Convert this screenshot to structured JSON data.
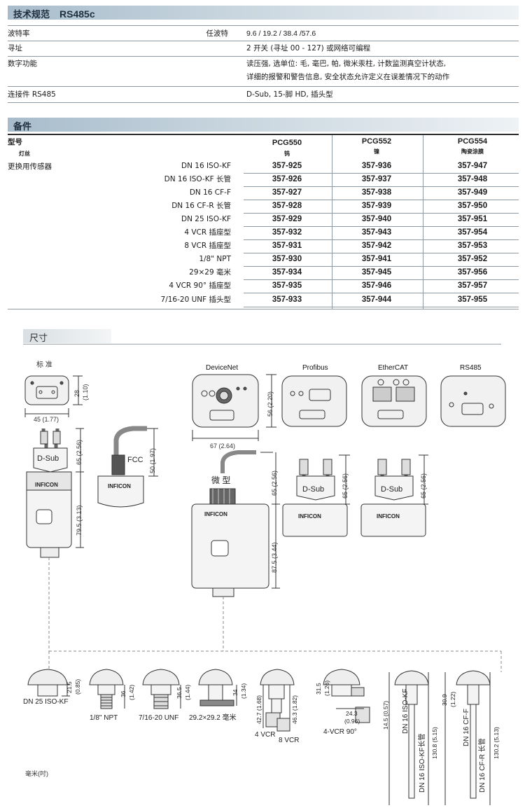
{
  "spec": {
    "title": "技术规范",
    "subtitle": "RS485c",
    "rows": [
      {
        "label": "波特率",
        "mid": "任波特",
        "value": "9.6 / 19.2 / 38.4 /57.6"
      },
      {
        "label": "寻址",
        "mid": "",
        "value": "2 开关 (寻址 00 - 127) 或网络可编程"
      },
      {
        "label": "数字功能",
        "mid": "",
        "value": "读压强, 选单位: 毛, 毫巴, 帕, 微米汞柱, 计数监测真空计状态,",
        "value2": "详细的报警和警告信息, 安全状态允许定义在误差情况下的动作"
      },
      {
        "label": "连接件 RS485",
        "mid": "",
        "value": "D-Sub, 15-脚 HD, 插头型"
      }
    ]
  },
  "accessories": {
    "title": "备件",
    "model_label": "型号",
    "filament_label": "灯丝",
    "replacement_label": "更换用传感器",
    "columns": [
      {
        "name": "PCG550",
        "sub": "钨"
      },
      {
        "name": "PCG552",
        "sub": "镍"
      },
      {
        "name": "PCG554",
        "sub": "陶瓷涂膜"
      }
    ],
    "rows": [
      {
        "flange": "DN 16 ISO-KF",
        "values": [
          "357-925",
          "357-936",
          "357-947"
        ]
      },
      {
        "flange": "DN 16 ISO-KF 长管",
        "values": [
          "357-926",
          "357-937",
          "357-948"
        ]
      },
      {
        "flange": "DN 16 CF-F",
        "values": [
          "357-927",
          "357-938",
          "357-949"
        ]
      },
      {
        "flange": "DN 16 CF-R 长管",
        "values": [
          "357-928",
          "357-939",
          "357-950"
        ]
      },
      {
        "flange": "DN 25 ISO-KF",
        "values": [
          "357-929",
          "357-940",
          "357-951"
        ]
      },
      {
        "flange": "4 VCR 插座型",
        "values": [
          "357-932",
          "357-943",
          "357-954"
        ]
      },
      {
        "flange": "8 VCR 插座型",
        "values": [
          "357-931",
          "357-942",
          "357-953"
        ]
      },
      {
        "flange": "1/8\" NPT",
        "values": [
          "357-930",
          "357-941",
          "357-952"
        ]
      },
      {
        "flange": "29×29 毫米",
        "values": [
          "357-934",
          "357-945",
          "357-956"
        ]
      },
      {
        "flange": "4 VCR 90° 插座型",
        "values": [
          "357-935",
          "357-946",
          "357-957"
        ]
      },
      {
        "flange": "7/16-20 UNF 插头型",
        "values": [
          "357-933",
          "357-944",
          "357-955"
        ]
      }
    ]
  },
  "dimensions": {
    "title": "尺寸",
    "standard_label": "标 准",
    "brand": "INFICON",
    "views": [
      "DeviceNet",
      "Profibus",
      "EtherCAT",
      "RS485"
    ],
    "labels": {
      "dsub": "D-Sub",
      "fcc": "FCC",
      "micro": "微 型",
      "dim_28": "28",
      "dim_28in": "(1.10)",
      "dim_45": "45 (1.77)",
      "dim_65": "65 (2.56)",
      "dim_50": "50 (1.97)",
      "dim_795": "79.5 (3.13)",
      "dim_56": "56 (2.20)",
      "dim_67": "67 (2.64)",
      "dim_875": "87.5 (3.44)"
    },
    "flanges": [
      {
        "name": "DN 25 ISO-KF",
        "dim": "21.5",
        "dim_in": "(0.85)"
      },
      {
        "name": "1/8\" NPT",
        "dim": "36",
        "dim_in": "(1.42)"
      },
      {
        "name": "7/16-20 UNF",
        "dim": "36.5",
        "dim_in": "(1.44)"
      },
      {
        "name": "29.2×29.2 毫米",
        "dim": "34",
        "dim_in": "(1.34)"
      },
      {
        "name": "4 VCR",
        "name2": "8 VCR",
        "dim": "42.7 (1.68)",
        "dim2": "46.3 (1.82)"
      },
      {
        "name": "4-VCR 90°",
        "dim": "31.5",
        "dim_in": "(1.26)",
        "dim_h": "24.3",
        "dim_h_in": "(0.96)"
      },
      {
        "name": "DN 16 ISO-KF",
        "name_long": "DN 16 ISO-KF长管",
        "dim": "14.5 (0.57)",
        "dim_long": "130.8 (5.15)"
      },
      {
        "name": "DN 16 CF-F",
        "name_long": "DN 16 CF-R 长管",
        "dim": "30.9",
        "dim_in": "(1.22)",
        "dim_long": "130.2 (5.13)"
      }
    ],
    "unit_note": "毫米(吋)"
  },
  "colors": {
    "header_bar": "#a7bccb",
    "text": "#1a1a1a",
    "drawing_line": "#333333",
    "device_fill": "#eeeeee"
  }
}
